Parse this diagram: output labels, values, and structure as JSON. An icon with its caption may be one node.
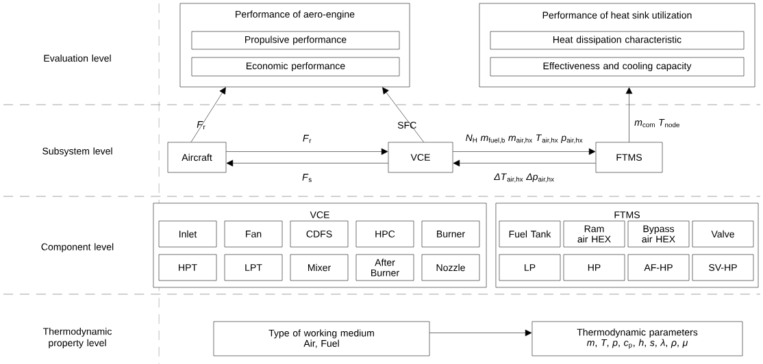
{
  "diagram": {
    "nodes": [
      {
        "text": [
          "Performance of aero-engine"
        ]
      },
      {
        "text": [
          "Propulsive performance"
        ],
        "in": 0
      },
      {
        "text": [
          "Economic performance"
        ],
        "in": 0
      },
      {
        "text": [
          "Performance of heat sink utilization"
        ]
      },
      {
        "text": [
          "Heat dissipation characteristic"
        ],
        "in": 3
      },
      {
        "text": [
          "Effectiveness and cooling capacity"
        ],
        "in": 3
      },
      {
        "text": [
          "Aircraft"
        ]
      },
      {
        "text": [
          "VCE"
        ]
      },
      {
        "text": [
          "FTMS"
        ]
      },
      {
        "text": [
          "VCE"
        ]
      },
      {
        "text": [
          "Inlet"
        ],
        "in": 9
      },
      {
        "text": [
          "Fan"
        ],
        "in": 9
      },
      {
        "text": [
          "CDFS"
        ],
        "in": 9
      },
      {
        "text": [
          "HPC"
        ],
        "in": 9
      },
      {
        "text": [
          "Burner"
        ],
        "in": 9
      },
      {
        "text": [
          "HPT"
        ],
        "in": 9
      },
      {
        "text": [
          "LPT"
        ],
        "in": 9
      },
      {
        "text": [
          "Mixer"
        ],
        "in": 9
      },
      {
        "text": [
          "After Burner"
        ],
        "in": 9
      },
      {
        "text": [
          "Nozzle"
        ],
        "in": 9
      },
      {
        "text": [
          "FTMS"
        ]
      },
      {
        "text": [
          "Fuel Tank"
        ],
        "in": 20
      },
      {
        "text": [
          "Ram air HEX"
        ],
        "in": 20
      },
      {
        "text": [
          "Bypass air HEX"
        ],
        "in": 20
      },
      {
        "text": [
          "Valve"
        ],
        "in": 20
      },
      {
        "text": [
          "LP"
        ],
        "in": 20
      },
      {
        "text": [
          "HP"
        ],
        "in": 20
      },
      {
        "text": [
          "AF-HP"
        ],
        "in": 20
      },
      {
        "text": [
          "SV-HP"
        ],
        "in": 20
      },
      {
        "text": [
          "Type of working medium",
          "Air, Fuel"
        ]
      },
      {
        "text": [
          "Thermodynamic parameters",
          "*m*, *T*, *p*, *c*$_{p}$, *h*, *s*, *λ*, *ρ*, *μ*"
        ]
      }
    ],
    "edges": [
      {
        "from": 6,
        "to": 0,
        "arrow": "to",
        "label": "*F*$_{r}$"
      },
      {
        "from": 7,
        "to": 0,
        "arrow": "to",
        "label": "SFC"
      },
      {
        "from": 6,
        "to": 7,
        "arrow": "to",
        "label": "*F*$_{r}$"
      },
      {
        "from": 7,
        "to": 6,
        "arrow": "to",
        "label": "*F*$_{s}$"
      },
      {
        "from": 7,
        "to": 8,
        "arrow": "to",
        "label": "*N*$_{H}$ *m*$_{fuel,b}$ *m*$_{air,hx}$ *T*$_{air,hx}$ *p*$_{air,hx}$"
      },
      {
        "from": 8,
        "to": 7,
        "arrow": "to",
        "label": "*ΔT*$_{air,hx}$ *Δp*$_{air,hx}$"
      },
      {
        "from": 8,
        "to": 3,
        "arrow": "to",
        "label": "*m*$_{com}$ *T*$_{node}$"
      },
      {
        "from": 29,
        "to": 30,
        "arrow": "to"
      }
    ],
    "labels": [
      "Evaluation level",
      "Subsystem level",
      "Component level",
      "Thermodynamic property level"
    ]
  }
}
